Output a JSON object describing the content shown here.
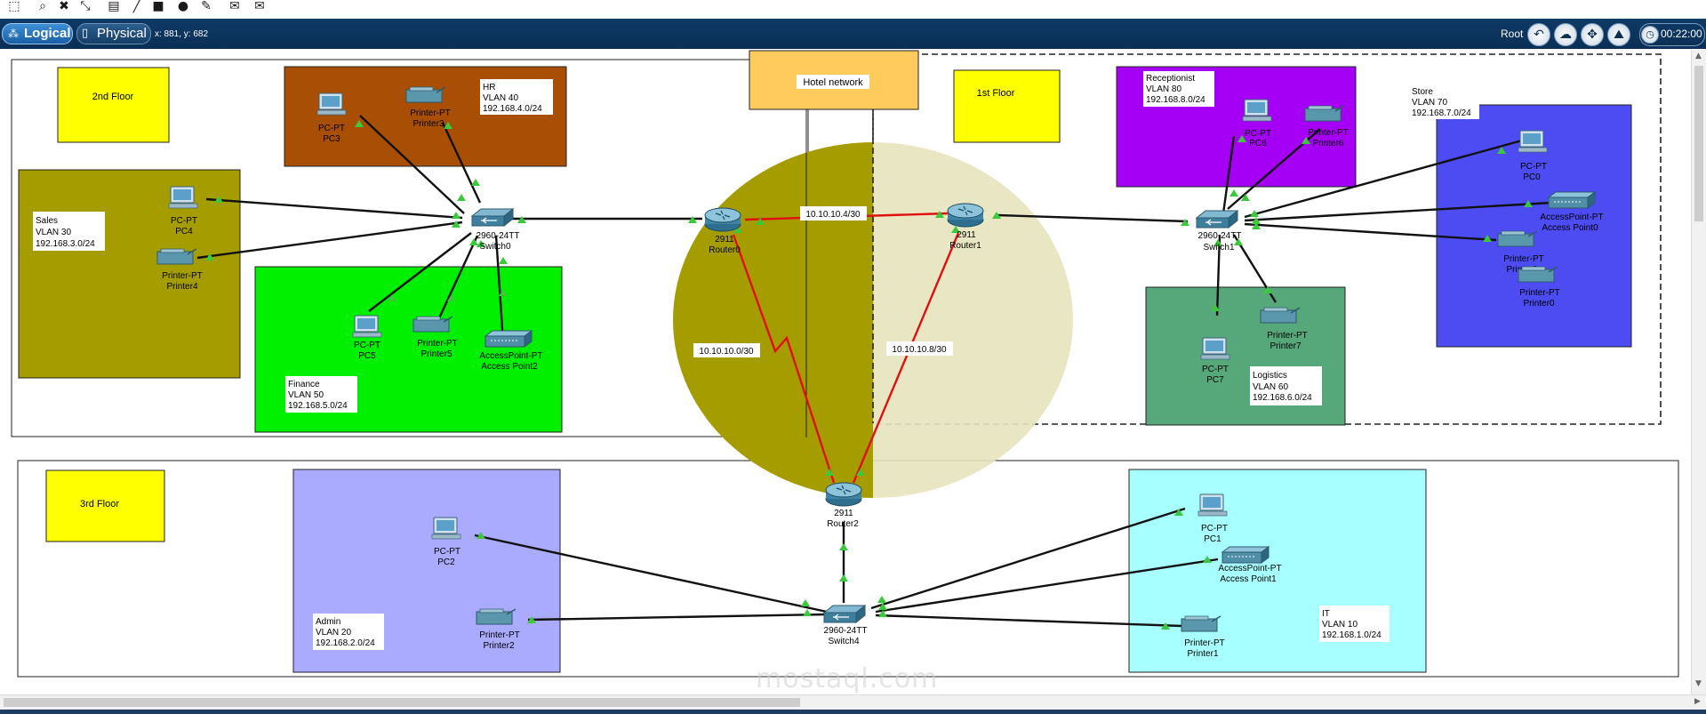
{
  "toolbar": {
    "icons": [
      "select-icon",
      "search-icon",
      "delete-icon",
      "resize-icon",
      "note-icon",
      "line-icon",
      "rectangle-icon",
      "ellipse-icon",
      "freeform-icon",
      "add-simple-pdu-icon",
      "add-complex-pdu-icon"
    ]
  },
  "nav": {
    "logical_label": "Logical",
    "physical_label": "Physical",
    "coords": "x: 881, y: 682",
    "root_label": "Root",
    "time": "00:22:00"
  },
  "areas": {
    "hotel": "Hotel network",
    "floor2": "2nd Floor",
    "floor1": "1st Floor",
    "floor3": "3rd Floor"
  },
  "vlans": {
    "hr": [
      "HR",
      "VLAN 40",
      "192.168.4.0/24"
    ],
    "sales": [
      "Sales",
      "VLAN 30",
      "192.168.3.0/24"
    ],
    "finance": [
      "Finance",
      "VLAN 50",
      "192.168.5.0/24"
    ],
    "receptionist": [
      "Receptionist",
      "VLAN 80",
      "192.168.8.0/24"
    ],
    "store": [
      "Store",
      "VLAN 70",
      "192.168.7.0/24"
    ],
    "logistics": [
      "Logistics",
      "VLAN 60",
      "192.168.6.0/24"
    ],
    "admin": [
      "Admin",
      "VLAN 20",
      "192.168.2.0/24"
    ],
    "it": [
      "IT",
      "VLAN 10",
      "192.168.1.0/24"
    ]
  },
  "links": {
    "r0r1": "10.10.10.4/30",
    "r0r2": "10.10.10.0/30",
    "r1r2": "10.10.10.8/30"
  },
  "devices": {
    "pc3": [
      "PC-PT",
      "PC3"
    ],
    "printer3": [
      "Printer-PT",
      "Printer3"
    ],
    "pc4": [
      "PC-PT",
      "PC4"
    ],
    "printer4": [
      "Printer-PT",
      "Printer4"
    ],
    "switch0": [
      "2960-24TT",
      "Switch0"
    ],
    "pc5": [
      "PC-PT",
      "PC5"
    ],
    "printer5": [
      "Printer-PT",
      "Printer5"
    ],
    "ap2": [
      "AccessPoint-PT",
      "Access Point2"
    ],
    "router0": [
      "2911",
      "Router0"
    ],
    "router1": [
      "2911",
      "Router1"
    ],
    "router2": [
      "2911",
      "Router2"
    ],
    "pc6": [
      "PC-PT",
      "PC6"
    ],
    "printer6": [
      "Printer-PT",
      "Printer6"
    ],
    "switch1": [
      "2960-24TT",
      "Switch1"
    ],
    "pc0": [
      "PC-PT",
      "PC0"
    ],
    "ap0": [
      "AccessPoint-PT",
      "Access Point0"
    ],
    "printer8": [
      "Printer-PT",
      "Printer8"
    ],
    "printer0": [
      "Printer-PT",
      "Printer0"
    ],
    "pc7": [
      "PC-PT",
      "PC7"
    ],
    "printer7": [
      "Printer-PT",
      "Printer7"
    ],
    "pc2": [
      "PC-PT",
      "PC2"
    ],
    "printer2": [
      "Printer-PT",
      "Printer2"
    ],
    "switch4": [
      "2960-24TT",
      "Switch4"
    ],
    "pc1": [
      "PC-PT",
      "PC1"
    ],
    "ap1": [
      "AccessPoint-PT",
      "Access Point1"
    ],
    "printer1": [
      "Printer-PT",
      "Printer1"
    ]
  },
  "watermark": "mostaql.com",
  "colors": {
    "hr": "#a84e05",
    "sales": "#a59d00",
    "finance": "#00f000",
    "receptionist": "#a500f5",
    "store": "#4c4cf2",
    "logistics": "#56a77a",
    "admin": "#aaaaff",
    "it": "#a8ffff",
    "floor_note": "#ffff00",
    "hotel_note": "#ffcb5c",
    "serial_link": "#e01010",
    "port_up": "#3cc83c"
  }
}
